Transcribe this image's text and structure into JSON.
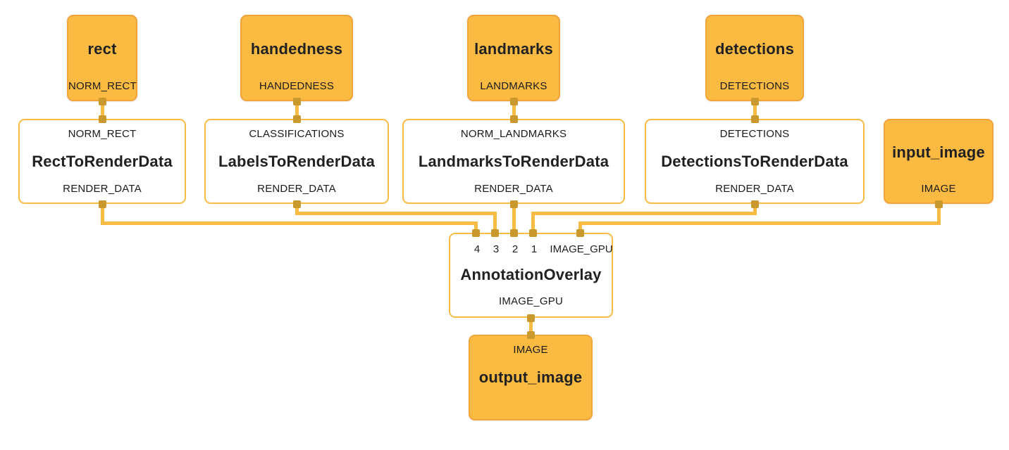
{
  "app": "graph-visualizer",
  "colors": {
    "stream_node_fill": "#FBBB42",
    "stream_node_border": "#F2A43C",
    "calculator_border": "#F8BC44",
    "edge": "#F8BC44",
    "port": "#C9992E",
    "text": "#212121",
    "background": "#FFFFFF"
  },
  "nodes": [
    {
      "id": "rect",
      "kind": "stream",
      "title": "rect",
      "bottom_label": "NORM_RECT"
    },
    {
      "id": "handedness",
      "kind": "stream",
      "title": "handedness",
      "bottom_label": "HANDEDNESS"
    },
    {
      "id": "landmarks",
      "kind": "stream",
      "title": "landmarks",
      "bottom_label": "LANDMARKS"
    },
    {
      "id": "detections",
      "kind": "stream",
      "title": "detections",
      "bottom_label": "DETECTIONS"
    },
    {
      "id": "rect_to_render_data",
      "kind": "calculator",
      "top_label": "NORM_RECT",
      "title": "RectToRenderData",
      "bottom_label": "RENDER_DATA"
    },
    {
      "id": "labels_to_render_data",
      "kind": "calculator",
      "top_label": "CLASSIFICATIONS",
      "title": "LabelsToRenderData",
      "bottom_label": "RENDER_DATA"
    },
    {
      "id": "landmarks_to_render_data",
      "kind": "calculator",
      "top_label": "NORM_LANDMARKS",
      "title": "LandmarksToRenderData",
      "bottom_label": "RENDER_DATA"
    },
    {
      "id": "detections_to_render_data",
      "kind": "calculator",
      "top_label": "DETECTIONS",
      "title": "DetectionsToRenderData",
      "bottom_label": "RENDER_DATA"
    },
    {
      "id": "input_image",
      "kind": "stream",
      "title": "input_image",
      "bottom_label": "IMAGE"
    },
    {
      "id": "annotation_overlay",
      "kind": "calculator",
      "input_labels": [
        "4",
        "3",
        "2",
        "1",
        "IMAGE_GPU"
      ],
      "title": "AnnotationOverlay",
      "bottom_label": "IMAGE_GPU"
    },
    {
      "id": "output_image",
      "kind": "stream",
      "top_label": "IMAGE",
      "title": "output_image"
    }
  ],
  "edges": [
    {
      "from": "rect",
      "from_port": "NORM_RECT",
      "to": "rect_to_render_data",
      "to_port": "NORM_RECT"
    },
    {
      "from": "handedness",
      "from_port": "HANDEDNESS",
      "to": "labels_to_render_data",
      "to_port": "CLASSIFICATIONS"
    },
    {
      "from": "landmarks",
      "from_port": "LANDMARKS",
      "to": "landmarks_to_render_data",
      "to_port": "NORM_LANDMARKS"
    },
    {
      "from": "detections",
      "from_port": "DETECTIONS",
      "to": "detections_to_render_data",
      "to_port": "DETECTIONS"
    },
    {
      "from": "rect_to_render_data",
      "from_port": "RENDER_DATA",
      "to": "annotation_overlay",
      "to_port": "4"
    },
    {
      "from": "labels_to_render_data",
      "from_port": "RENDER_DATA",
      "to": "annotation_overlay",
      "to_port": "3"
    },
    {
      "from": "landmarks_to_render_data",
      "from_port": "RENDER_DATA",
      "to": "annotation_overlay",
      "to_port": "2"
    },
    {
      "from": "detections_to_render_data",
      "from_port": "RENDER_DATA",
      "to": "annotation_overlay",
      "to_port": "1"
    },
    {
      "from": "input_image",
      "from_port": "IMAGE",
      "to": "annotation_overlay",
      "to_port": "IMAGE_GPU"
    },
    {
      "from": "annotation_overlay",
      "from_port": "IMAGE_GPU",
      "to": "output_image",
      "to_port": "IMAGE"
    }
  ]
}
